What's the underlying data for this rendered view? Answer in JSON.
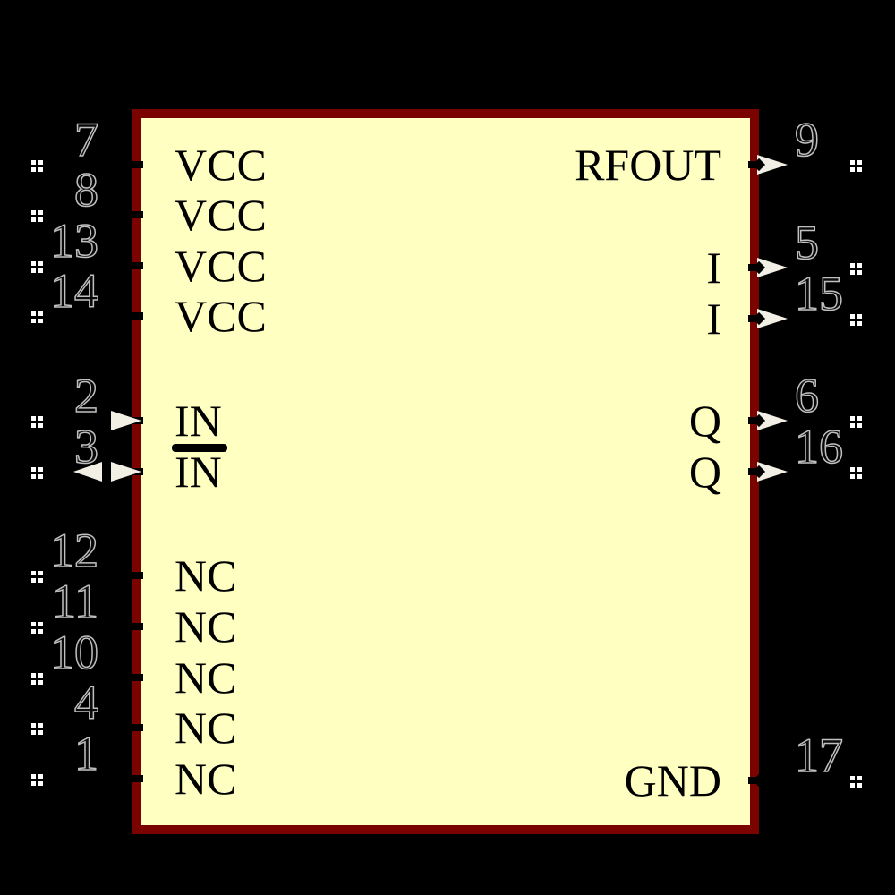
{
  "diagram": {
    "kind": "schematic-symbol",
    "colors": {
      "background": "#000000",
      "body_fill": "#FFFFC2",
      "body_outline": "#7A0300",
      "pin_name_text": "#000000",
      "pin_number_outline": "#BFBFBF",
      "arrow_fill": "#F2EFE4",
      "end_marker": "#FFFFFF"
    },
    "pins": {
      "left": [
        {
          "number": "7",
          "name": "VCC",
          "direction": "none"
        },
        {
          "number": "8",
          "name": "VCC",
          "direction": "none"
        },
        {
          "number": "13",
          "name": "VCC",
          "direction": "none"
        },
        {
          "number": "14",
          "name": "VCC",
          "direction": "none"
        },
        {
          "number": "2",
          "name": "IN",
          "direction": "input"
        },
        {
          "number": "3",
          "name": "IN",
          "overline": true,
          "direction": "bidirectional"
        },
        {
          "number": "12",
          "name": "NC",
          "direction": "none"
        },
        {
          "number": "11",
          "name": "NC",
          "direction": "none"
        },
        {
          "number": "10",
          "name": "NC",
          "direction": "none"
        },
        {
          "number": "4",
          "name": "NC",
          "direction": "none"
        },
        {
          "number": "1",
          "name": "NC",
          "direction": "none"
        }
      ],
      "right": [
        {
          "number": "9",
          "name": "RFOUT",
          "direction": "output"
        },
        {
          "number": "5",
          "name": "I",
          "direction": "output"
        },
        {
          "number": "15",
          "name": "I",
          "direction": "output"
        },
        {
          "number": "6",
          "name": "Q",
          "direction": "output"
        },
        {
          "number": "16",
          "name": "Q",
          "direction": "output"
        },
        {
          "number": "17",
          "name": "GND",
          "direction": "none"
        }
      ]
    }
  }
}
